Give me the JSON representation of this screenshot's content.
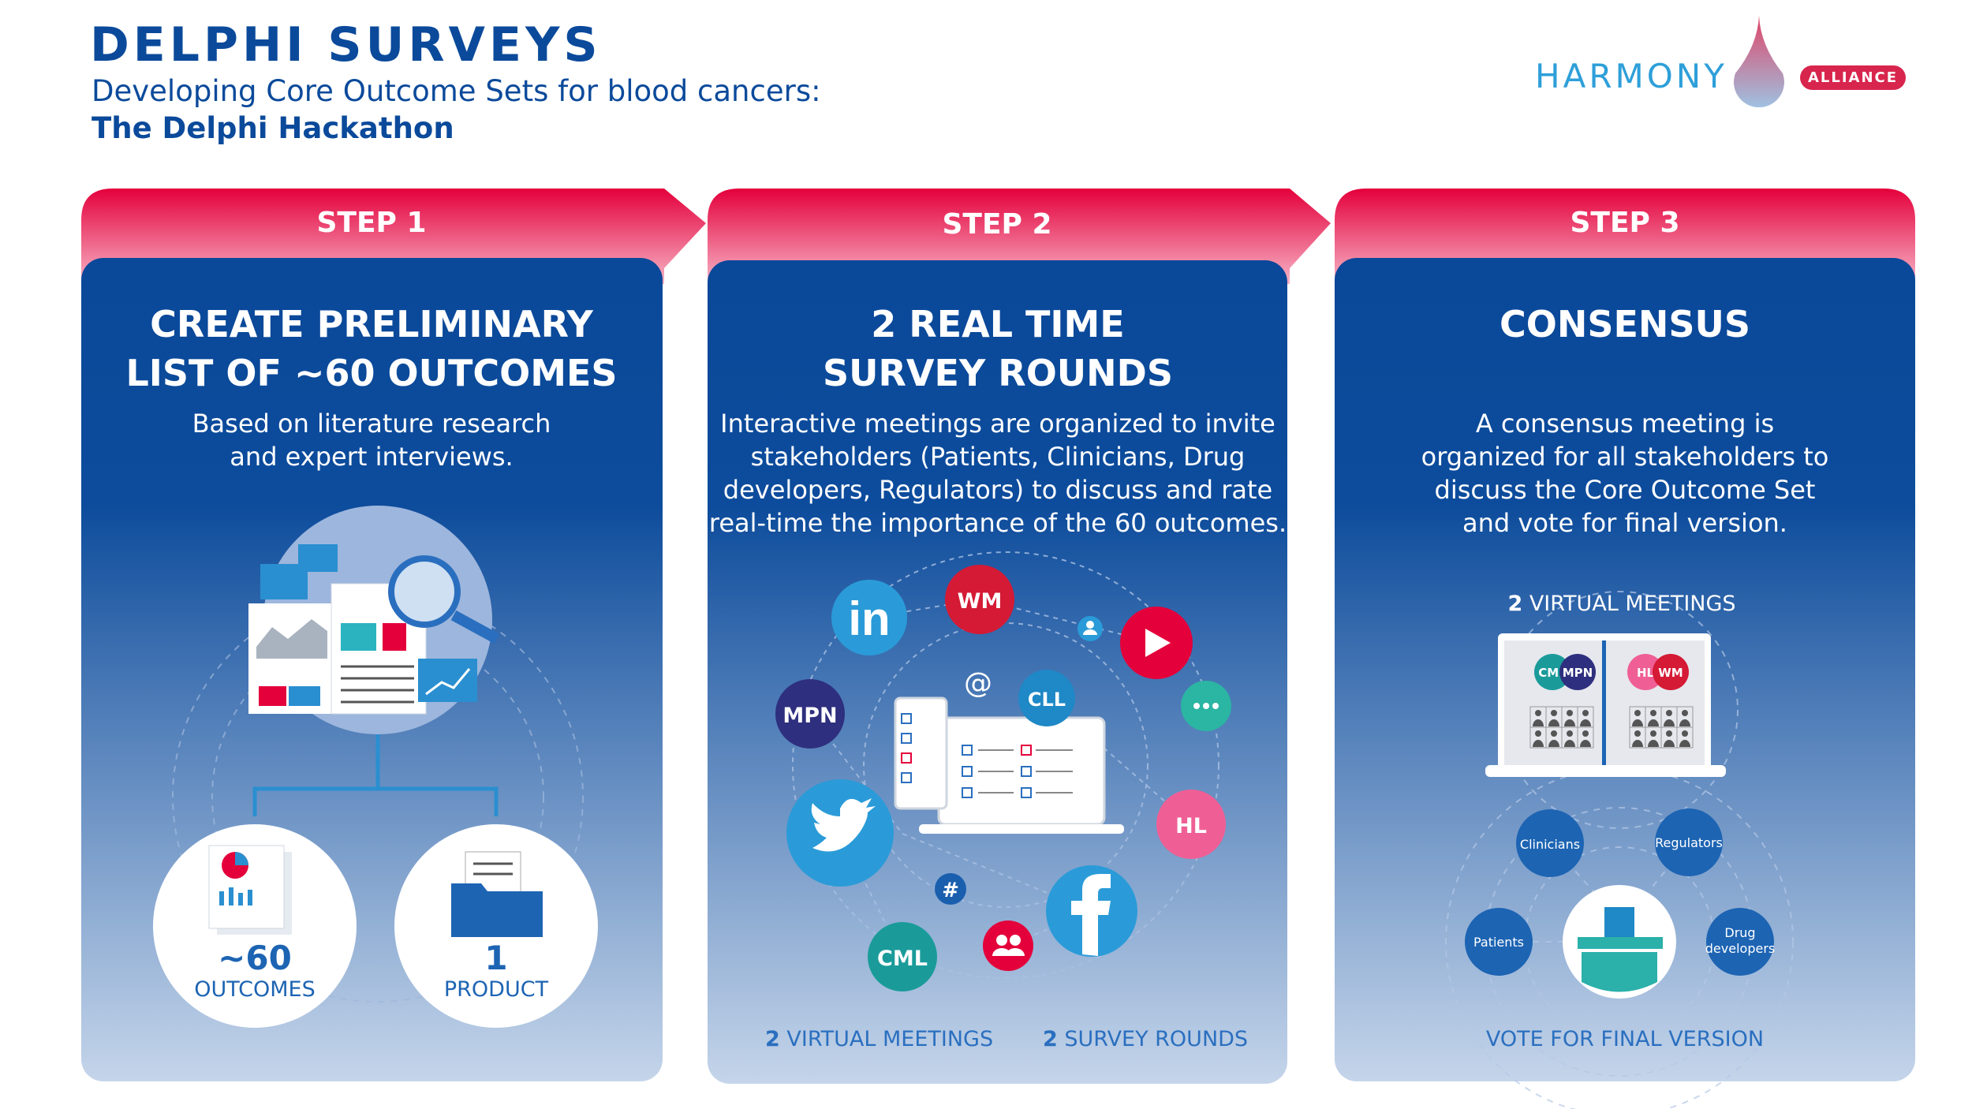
{
  "header": {
    "title": "DELPHI SURVEYS",
    "subtitle": "Developing Core Outcome Sets for blood cancers:",
    "subtitle_bold": "The Delphi Hackathon"
  },
  "logo": {
    "name": "HARMONY",
    "badge": "ALLIANCE"
  },
  "colors": {
    "navy": "#0b4a9b",
    "red": "#e4003b",
    "light_blue": "#2a6fbf"
  },
  "steps": [
    {
      "label": "STEP 1",
      "heading": [
        "CREATE PRELIMINARY",
        "LIST OF ~60 OUTCOMES"
      ],
      "body": [
        "Based on literature research",
        "and expert interviews."
      ],
      "stats": [
        {
          "number": "~60",
          "label": "OUTCOMES"
        },
        {
          "number": "1",
          "label": "PRODUCT"
        }
      ]
    },
    {
      "label": "STEP 2",
      "heading": [
        "2 REAL TIME",
        "SURVEY ROUNDS"
      ],
      "body": [
        "Interactive meetings are organized to invite",
        "stakeholders (Patients, Clinicians, Drug",
        "developers, Regulators) to discuss and rate",
        "real-time the importance of the 60 outcomes."
      ],
      "bubbles": {
        "wm": "WM",
        "mpn": "MPN",
        "cll": "CLL",
        "hl": "HL",
        "cml": "CML",
        "hash": "#",
        "at": "@"
      },
      "footer": [
        {
          "number": "2",
          "text": " VIRTUAL MEETINGS"
        },
        {
          "number": "2",
          "text": " SURVEY ROUNDS"
        }
      ]
    },
    {
      "label": "STEP 3",
      "heading": [
        "CONSENSUS"
      ],
      "body": [
        "A consensus meeting is",
        "organized for all stakeholders to",
        "discuss the Core Outcome Set",
        "and vote for final version."
      ],
      "meetings": {
        "number": "2",
        "text": " VIRTUAL MEETINGS"
      },
      "screen_tags": [
        "CML",
        "MPN",
        "HL",
        "WM"
      ],
      "stakeholders": {
        "clinicians": "Clinicians",
        "regulators": "Regulators",
        "patients": "Patients",
        "drug1": "Drug",
        "drug2": "developers"
      },
      "footer": "VOTE FOR FINAL VERSION"
    }
  ]
}
